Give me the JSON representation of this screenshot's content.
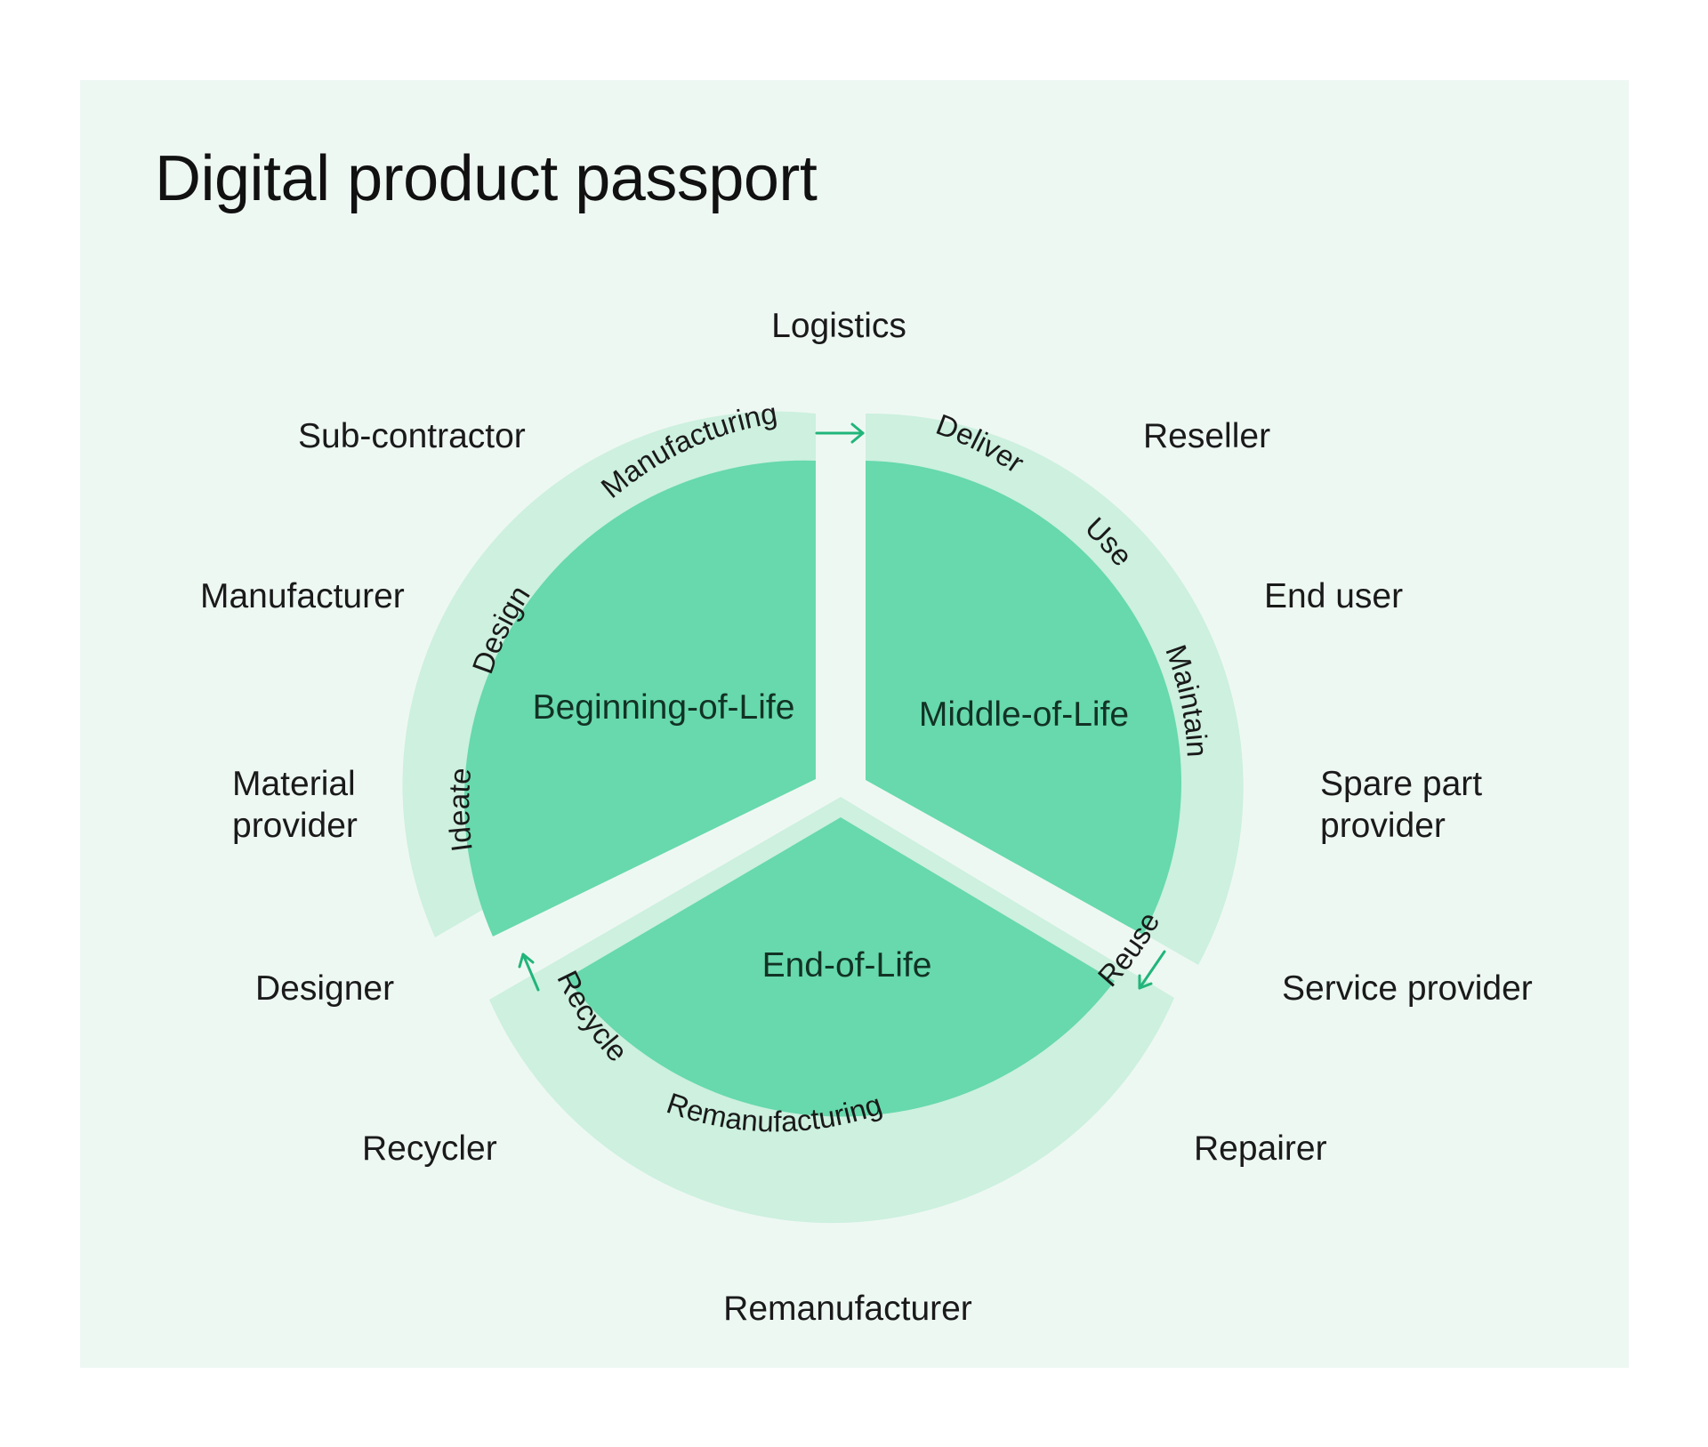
{
  "title": "Digital product passport",
  "colors": {
    "background": "#eef8f3",
    "ring": "#cdf0df",
    "phase_fill": "#67d9ac",
    "arrow": "#21b57a",
    "text": "#1a1a1a"
  },
  "phases": [
    {
      "id": "beginning",
      "label": "Beginning-of-Life"
    },
    {
      "id": "middle",
      "label": "Middle-of-Life"
    },
    {
      "id": "end",
      "label": "End-of-Life"
    }
  ],
  "steps": [
    {
      "id": "manufacturing",
      "label": "Manufacturing"
    },
    {
      "id": "design",
      "label": "Design"
    },
    {
      "id": "ideate",
      "label": "Ideate"
    },
    {
      "id": "deliver",
      "label": "Deliver"
    },
    {
      "id": "use",
      "label": "Use"
    },
    {
      "id": "maintain",
      "label": "Maintain"
    },
    {
      "id": "reuse",
      "label": "Reuse"
    },
    {
      "id": "remanufacturing",
      "label": "Remanufacturing"
    },
    {
      "id": "recycle",
      "label": "Recycle"
    }
  ],
  "roles": {
    "logistics": "Logistics",
    "sub_contractor": "Sub-contractor",
    "manufacturer": "Manufacturer",
    "material_provider": [
      "Material",
      "provider"
    ],
    "designer": "Designer",
    "recycler": "Recycler",
    "remanufacturer": "Remanufacturer",
    "reseller": "Reseller",
    "end_user": "End user",
    "spare_part_provider": [
      "Spare part",
      "provider"
    ],
    "service_provider": "Service provider",
    "repairer": "Repairer"
  },
  "arrow_icons": [
    "arrow-right-icon",
    "arrow-down-left-icon",
    "arrow-up-icon"
  ]
}
